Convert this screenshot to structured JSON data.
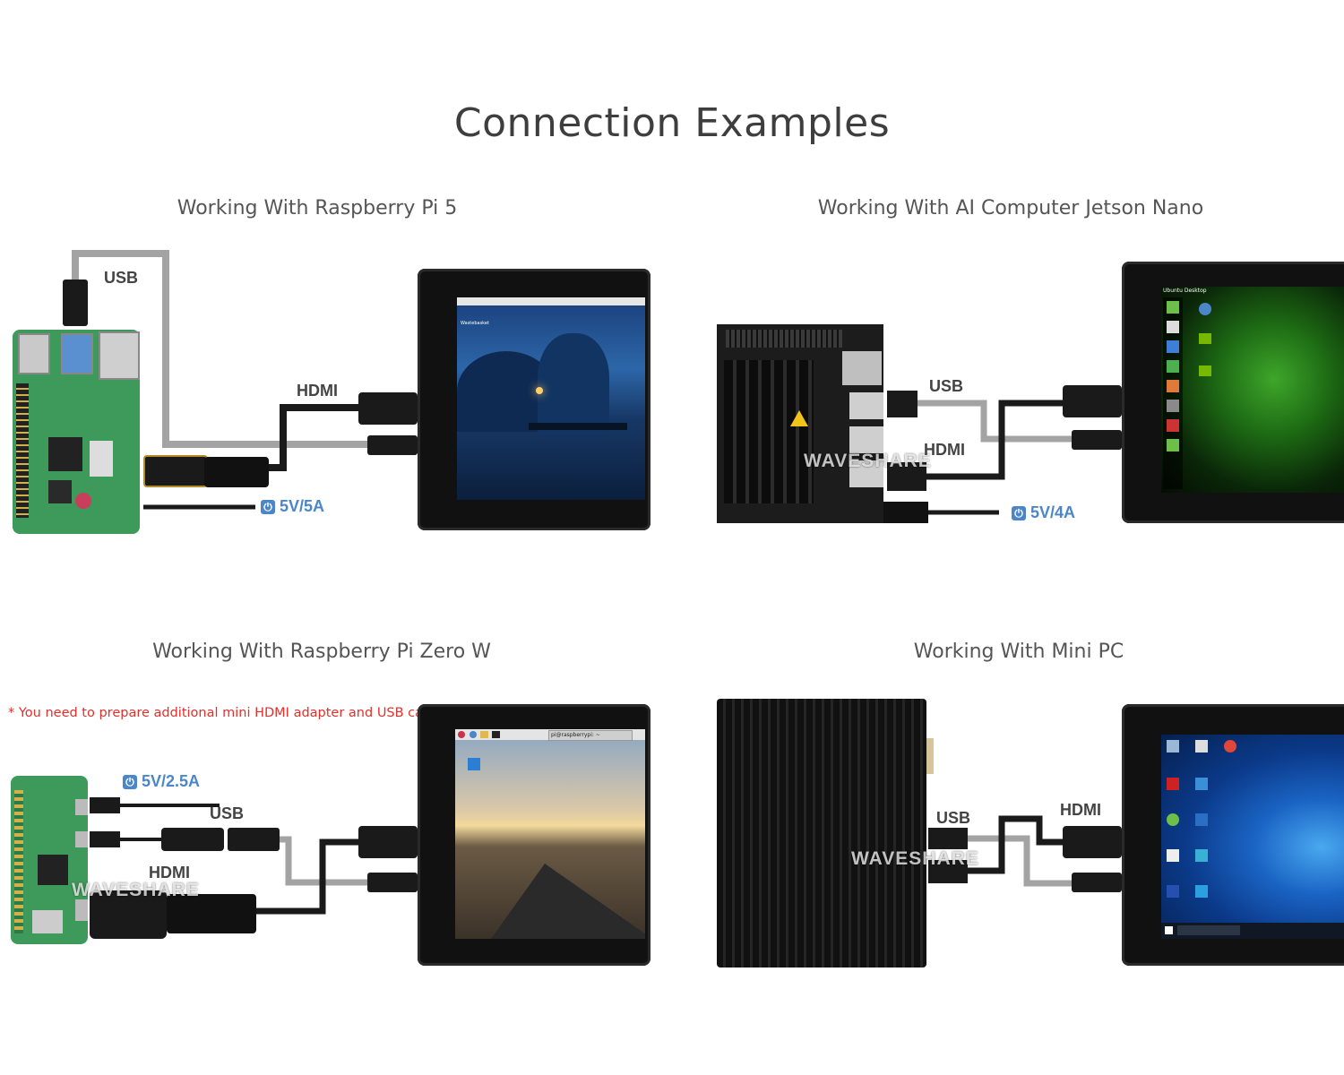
{
  "heading": "Connection Examples",
  "panels": {
    "pi5": {
      "title": "Working With Raspberry Pi 5",
      "usb_label": "USB",
      "hdmi_label": "HDMI",
      "power_label": "5V/5A",
      "desktop_label": "Wastebasket"
    },
    "jetson": {
      "title": "Working With AI Computer Jetson Nano",
      "usb_label": "USB",
      "hdmi_label": "HDMI",
      "power_label": "5V/4A",
      "watermark": "WAVESHARE",
      "desktop_header": "Ubuntu Desktop"
    },
    "pizero": {
      "title": "Working With Raspberry Pi Zero W",
      "note": "* You need to prepare additional mini HDMI adapter and USB cable",
      "power_label": "5V/2.5A",
      "usb_label": "USB",
      "hdmi_label": "HDMI",
      "watermark": "WAVESHARE",
      "terminal_label": "pi@raspberrypi: ~"
    },
    "minipc": {
      "title": "Working With Mini PC",
      "usb_label": "USB",
      "hdmi_label": "HDMI",
      "watermark": "WAVESHARE"
    }
  },
  "colors": {
    "power_blue": "#4a86c8",
    "note_red": "#e0302b",
    "pcb_green": "#3e9a5a",
    "usb_cable": "#a3a3a3",
    "hdmi_cable": "#1a1a1a"
  }
}
